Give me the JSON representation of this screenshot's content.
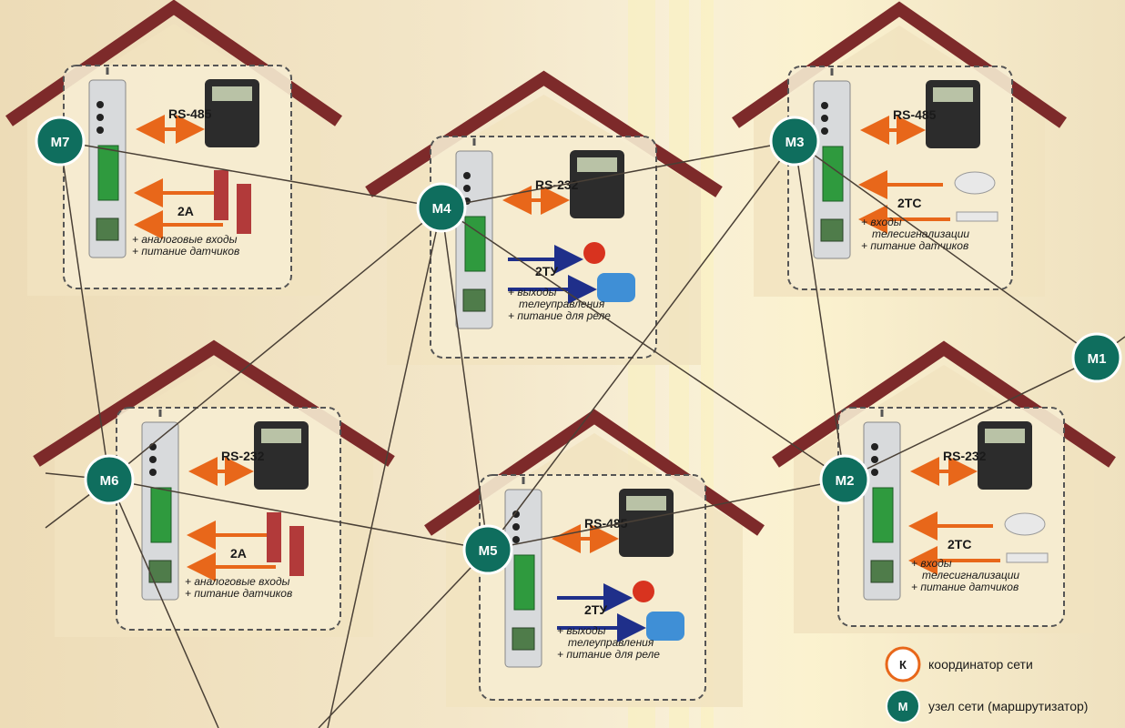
{
  "nodes": [
    {
      "id": "m7",
      "label": "М7"
    },
    {
      "id": "m4",
      "label": "М4"
    },
    {
      "id": "m3",
      "label": "М3"
    },
    {
      "id": "m1",
      "label": "М1"
    },
    {
      "id": "m6",
      "label": "М6"
    },
    {
      "id": "m5",
      "label": "М5"
    },
    {
      "id": "m2",
      "label": "М2"
    }
  ],
  "houses": {
    "m7": {
      "bus": "RS-485",
      "io": "2А",
      "notes": [
        "+ аналоговые входы",
        "+ питание датчиков"
      ]
    },
    "m4": {
      "bus": "RS-232",
      "io": "2ТУ",
      "notes": [
        "+ выходы",
        "телеуправления",
        "+ питание для реле"
      ]
    },
    "m3": {
      "bus": "RS-485",
      "io": "2ТС",
      "notes": [
        "+ входы",
        "телесигнализации",
        "+ питание датчиков"
      ]
    },
    "m6": {
      "bus": "RS-232",
      "io": "2А",
      "notes": [
        "+ аналоговые входы",
        "+ питание датчиков"
      ]
    },
    "m5": {
      "bus": "RS-485",
      "io": "2ТУ",
      "notes": [
        "+ выходы",
        "телеуправления",
        "+ питание для реле"
      ]
    },
    "m2": {
      "bus": "RS-232",
      "io": "2ТС",
      "notes": [
        "+ входы",
        "телесигнализации",
        "+ питание датчиков"
      ]
    }
  },
  "legend": {
    "coordinator": {
      "symbol": "К",
      "label": "координатор сети"
    },
    "router": {
      "symbol": "М",
      "label": "узел сети (маршрутизатор)"
    }
  },
  "colors": {
    "node_fill": "#0f6e5e",
    "arrow_bus": "#e8671a",
    "arrow_input": "#e8671a",
    "arrow_output": "#1f2f8a",
    "roof": "#7d2a2a",
    "link_line": "#4a4036"
  }
}
